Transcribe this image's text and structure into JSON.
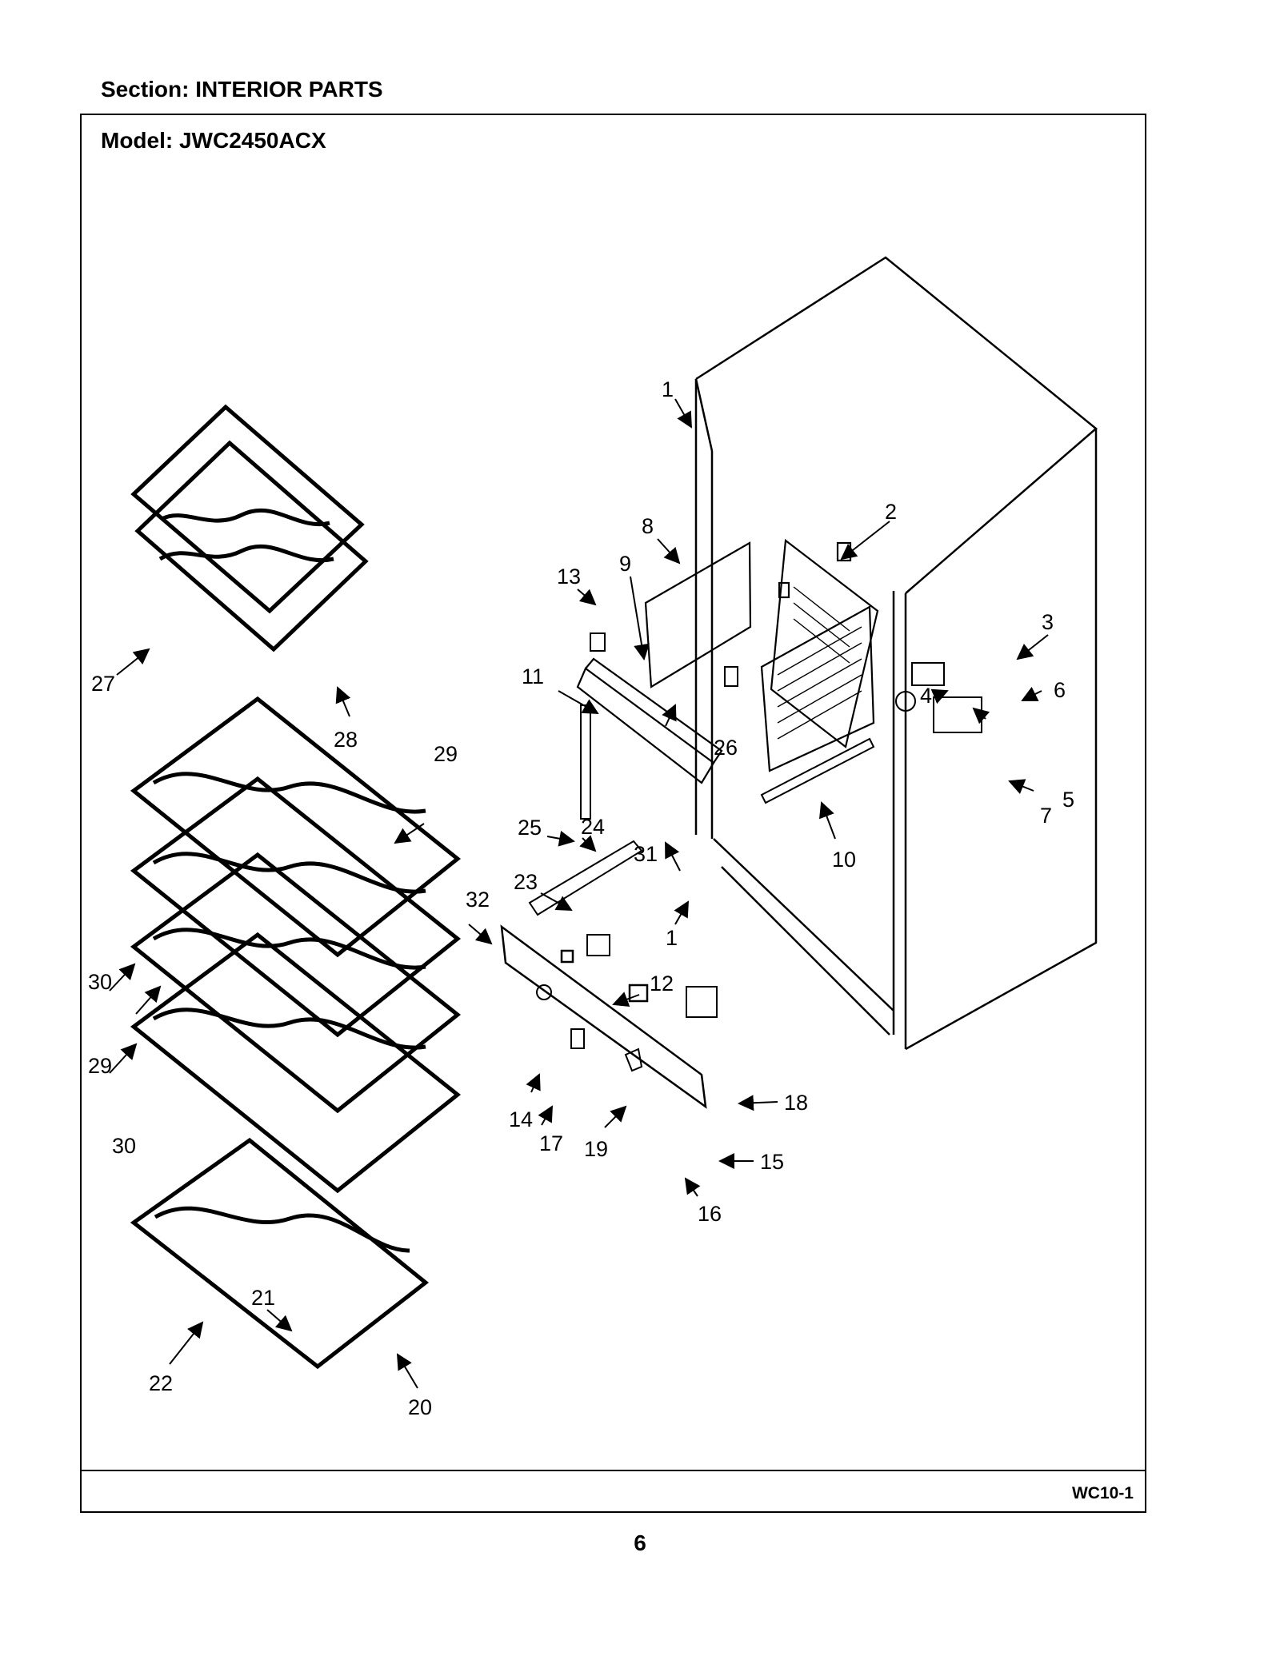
{
  "header": {
    "section": "Section:  INTERIOR PARTS"
  },
  "frame": {
    "model": "Model:  JWC2450ACX",
    "code": "WC10-1"
  },
  "page_number": "6",
  "callouts": [
    "1",
    "2",
    "3",
    "4",
    "5",
    "6",
    "7",
    "8",
    "9",
    "10",
    "11",
    "12",
    "13",
    "14",
    "15",
    "16",
    "17",
    "18",
    "19",
    "20",
    "21",
    "22",
    "23",
    "24",
    "25",
    "26",
    "27",
    "28",
    "29",
    "29",
    "30",
    "30",
    "31",
    "32",
    "1"
  ]
}
